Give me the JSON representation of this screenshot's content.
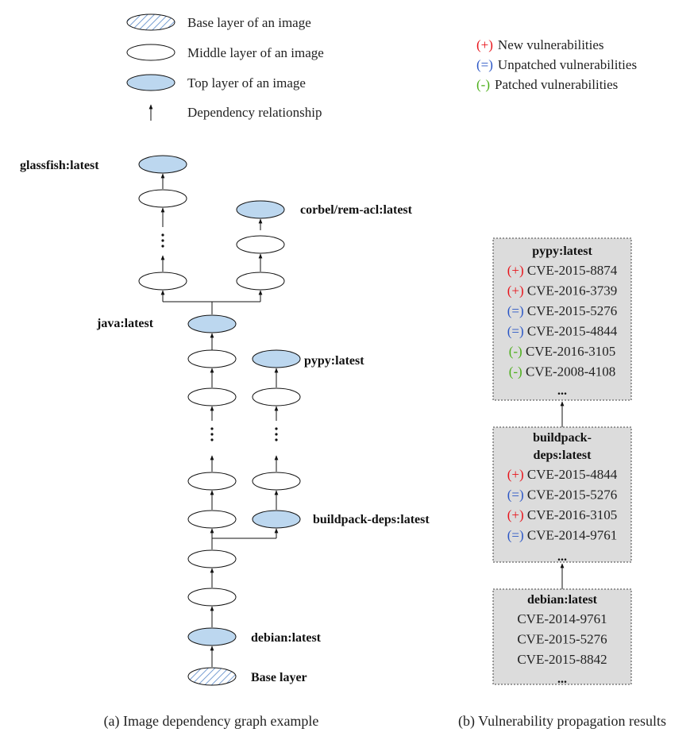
{
  "legend_left": {
    "base": "Base layer of an image",
    "middle": "Middle layer of an image",
    "top": "Top layer of an image",
    "dependency": "Dependency relationship"
  },
  "legend_right": [
    {
      "sign": "(+)",
      "text": "New vulnerabilities",
      "color": "#e8141b"
    },
    {
      "sign": "(=)",
      "text": "Unpatched vulnerabilities",
      "color": "#2a56c6"
    },
    {
      "sign": "(-)",
      "text": "Patched vulnerabilities",
      "color": "#4caf1a"
    }
  ],
  "graph_labels": {
    "glassfish": "glassfish:latest",
    "corbel": "corbel/rem-acl:latest",
    "java": "java:latest",
    "pypy": "pypy:latest",
    "buildpack": "buildpack-deps:latest",
    "debian": "debian:latest",
    "base": "Base layer"
  },
  "boxes": {
    "pypy": {
      "title": "pypy:latest",
      "items": [
        {
          "sign": "(+)",
          "cve": "CVE-2015-8874"
        },
        {
          "sign": "(+)",
          "cve": "CVE-2016-3739"
        },
        {
          "sign": "(=)",
          "cve": "CVE-2015-5276"
        },
        {
          "sign": "(=)",
          "cve": "CVE-2015-4844"
        },
        {
          "sign": "(-)",
          "cve": "CVE-2016-3105"
        },
        {
          "sign": "(-)",
          "cve": "CVE-2008-4108"
        }
      ],
      "more": "..."
    },
    "buildpack": {
      "title_line1": "buildpack-",
      "title_line2": "deps:latest",
      "items": [
        {
          "sign": "(+)",
          "cve": "CVE-2015-4844"
        },
        {
          "sign": "(=)",
          "cve": "CVE-2015-5276"
        },
        {
          "sign": "(+)",
          "cve": "CVE-2016-3105"
        },
        {
          "sign": "(=)",
          "cve": "CVE-2014-9761"
        }
      ],
      "more": "..."
    },
    "debian": {
      "title": "debian:latest",
      "items": [
        {
          "sign": "",
          "cve": "CVE-2014-9761"
        },
        {
          "sign": "",
          "cve": "CVE-2015-5276"
        },
        {
          "sign": "",
          "cve": "CVE-2015-8842"
        }
      ],
      "more": "..."
    }
  },
  "captions": {
    "a": "(a) Image dependency graph example",
    "b": "(b) Vulnerability propagation results"
  },
  "colors": {
    "top_layer_fill": "#bcd7ef",
    "box_fill": "#dcdcdc",
    "hatch": "#5b8ac9",
    "plus": "#e8141b",
    "equal": "#2a56c6",
    "minus": "#4caf1a"
  }
}
